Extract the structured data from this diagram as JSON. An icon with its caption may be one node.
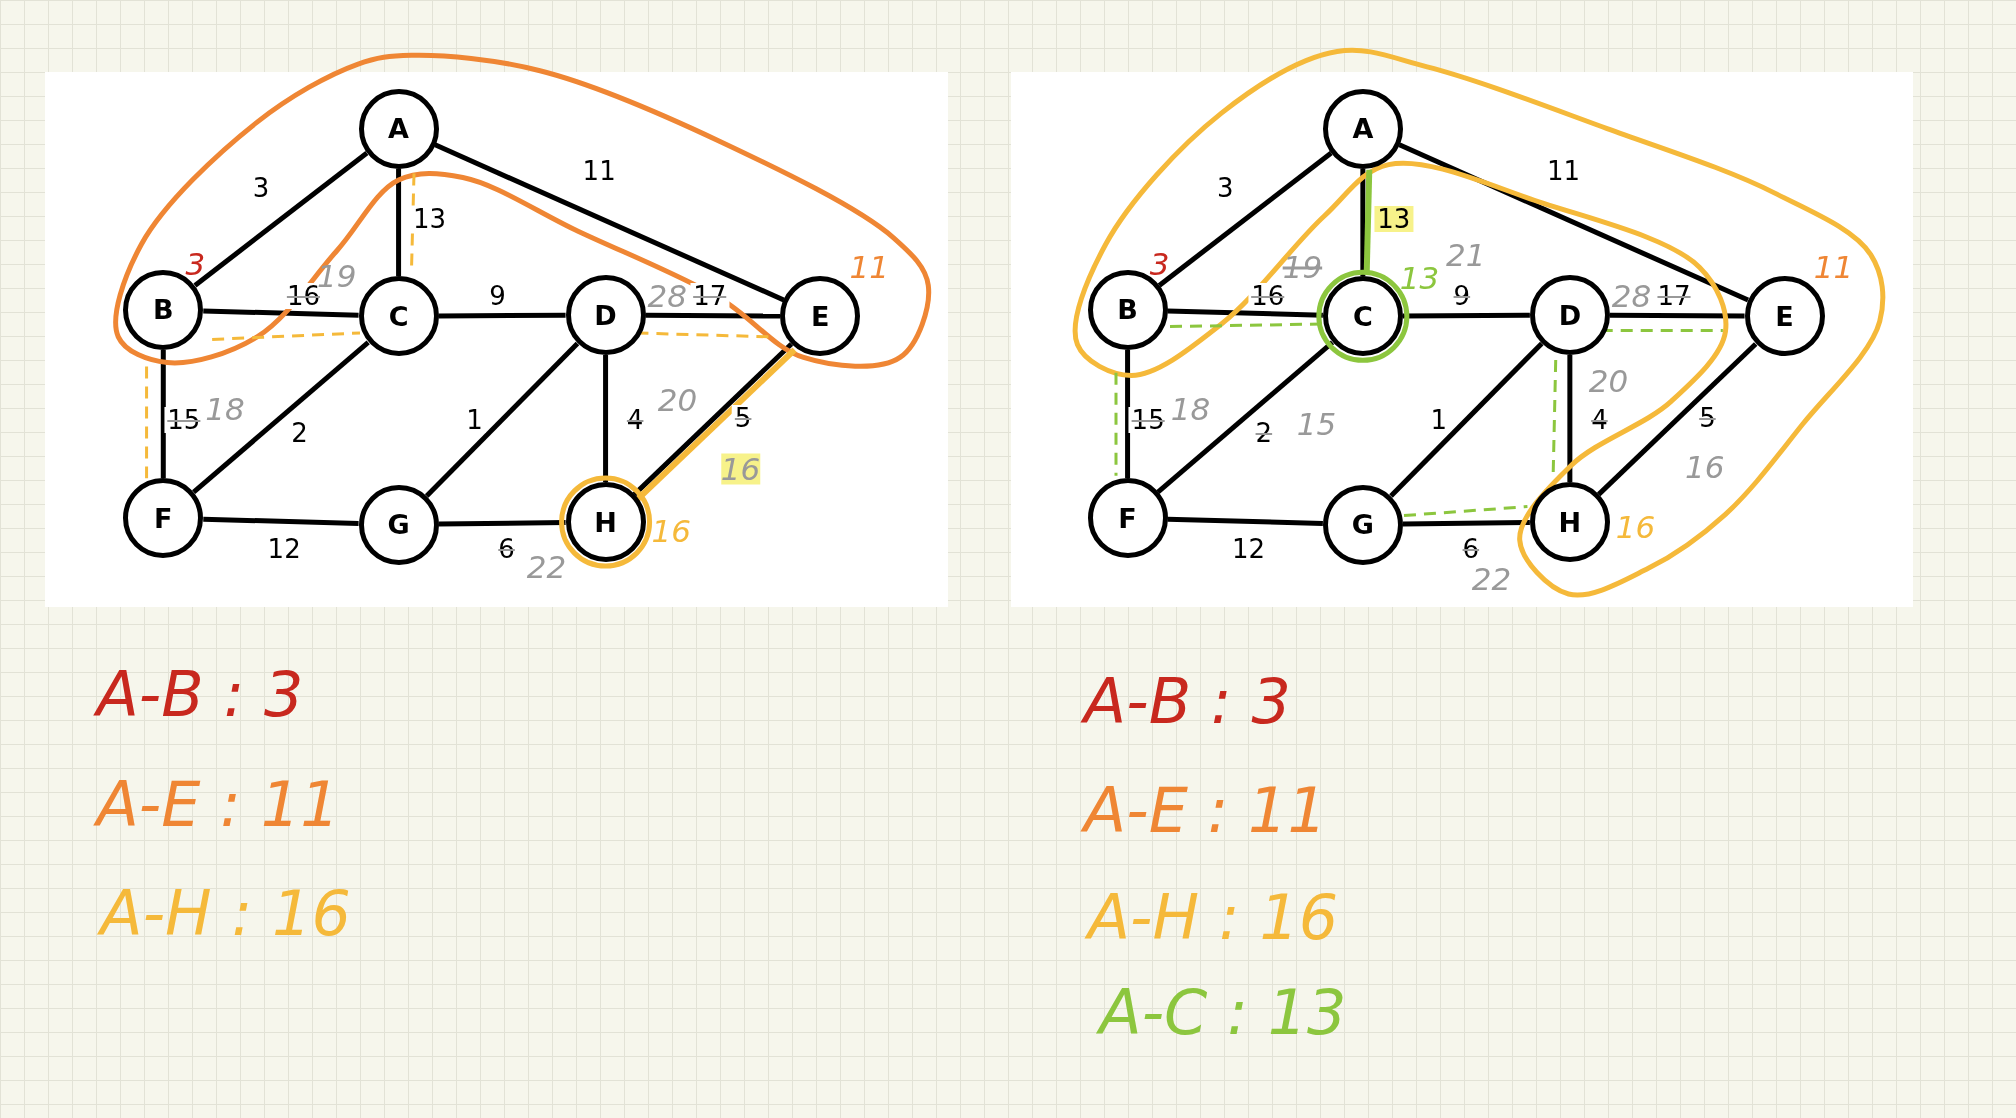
{
  "diagram": {
    "nodes": [
      {
        "text": [
          "A"
        ]
      },
      {
        "text": [
          "B"
        ],
        "beside": [
          "3"
        ]
      },
      {
        "text": [
          "C"
        ]
      },
      {
        "text": [
          "D"
        ]
      },
      {
        "text": [
          "E"
        ],
        "beside": [
          "11"
        ]
      },
      {
        "text": [
          "F"
        ]
      },
      {
        "text": [
          "G"
        ]
      },
      {
        "text": [
          "H"
        ],
        "beside": [
          "16"
        ]
      },
      {
        "text": [
          "A"
        ]
      },
      {
        "text": [
          "B"
        ],
        "beside": [
          "3"
        ]
      },
      {
        "text": [
          "C"
        ],
        "beside": [
          "13"
        ]
      },
      {
        "text": [
          "D"
        ]
      },
      {
        "text": [
          "E"
        ],
        "beside": [
          "11"
        ]
      },
      {
        "text": [
          "F"
        ]
      },
      {
        "text": [
          "G"
        ]
      },
      {
        "text": [
          "H"
        ],
        "beside": [
          "16"
        ]
      }
    ],
    "edges": [
      {
        "from": 0,
        "to": 1,
        "arrow": "none",
        "label": "3"
      },
      {
        "from": 0,
        "to": 4,
        "arrow": "none",
        "label": "11"
      },
      {
        "from": 0,
        "to": 2,
        "arrow": "none",
        "label": "13"
      },
      {
        "from": 1,
        "to": 2,
        "arrow": "none",
        "label": "16"
      },
      {
        "from": 2,
        "to": 3,
        "arrow": "none",
        "label": "9"
      },
      {
        "from": 3,
        "to": 4,
        "arrow": "none",
        "label": "17"
      },
      {
        "from": 1,
        "to": 5,
        "arrow": "none",
        "label": "15"
      },
      {
        "from": 2,
        "to": 5,
        "arrow": "none",
        "label": "2"
      },
      {
        "from": 3,
        "to": 6,
        "arrow": "none",
        "label": "1"
      },
      {
        "from": 3,
        "to": 7,
        "arrow": "none",
        "label": "4"
      },
      {
        "from": 4,
        "to": 7,
        "arrow": "none",
        "label": "5"
      },
      {
        "from": 5,
        "to": 6,
        "arrow": "none",
        "label": "12"
      },
      {
        "from": 6,
        "to": 7,
        "arrow": "none",
        "label": "6"
      },
      {
        "from": 8,
        "to": 9,
        "arrow": "none",
        "label": "3"
      },
      {
        "from": 8,
        "to": 12,
        "arrow": "none",
        "label": "11"
      },
      {
        "from": 8,
        "to": 10,
        "arrow": "none",
        "label": "13"
      },
      {
        "from": 9,
        "to": 10,
        "arrow": "none",
        "label": "16"
      },
      {
        "from": 10,
        "to": 11,
        "arrow": "none",
        "label": "9"
      },
      {
        "from": 11,
        "to": 12,
        "arrow": "none",
        "label": "17"
      },
      {
        "from": 9,
        "to": 13,
        "arrow": "none",
        "label": "15"
      },
      {
        "from": 10,
        "to": 13,
        "arrow": "none",
        "label": "2"
      },
      {
        "from": 11,
        "to": 14,
        "arrow": "none",
        "label": "1"
      },
      {
        "from": 11,
        "to": 15,
        "arrow": "none",
        "label": "4"
      },
      {
        "from": 12,
        "to": 15,
        "arrow": "none",
        "label": "5"
      },
      {
        "from": 13,
        "to": 14,
        "arrow": "none",
        "label": "12"
      },
      {
        "from": 14,
        "to": 15,
        "arrow": "none",
        "label": "6"
      }
    ],
    "labels": [
      "19",
      "28",
      "18",
      "20",
      "16",
      "22",
      "A-B : 3",
      "A-E : 11",
      "A-H : 16",
      "19",
      "21",
      "28",
      "18",
      "15",
      "20",
      "16",
      "22",
      "A-B : 3",
      "A-E : 11",
      "A-H : 16",
      "A-C : 13"
    ]
  }
}
